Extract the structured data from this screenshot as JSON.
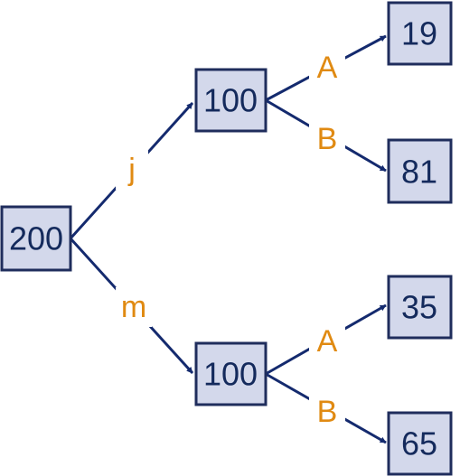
{
  "colors": {
    "box_fill": "#d3d8eb",
    "box_stroke": "#1f2d5c",
    "node_text": "#142a5c",
    "edge": "#142a6e",
    "edge_label": "#e08a12"
  },
  "tree": {
    "root": {
      "value": "200"
    },
    "branches": [
      {
        "label": "j",
        "node": {
          "value": "100"
        },
        "children": [
          {
            "label": "A",
            "node": {
              "value": "19"
            }
          },
          {
            "label": "B",
            "node": {
              "value": "81"
            }
          }
        ]
      },
      {
        "label": "m",
        "node": {
          "value": "100"
        },
        "children": [
          {
            "label": "A",
            "node": {
              "value": "35"
            }
          },
          {
            "label": "B",
            "node": {
              "value": "65"
            }
          }
        ]
      }
    ]
  }
}
